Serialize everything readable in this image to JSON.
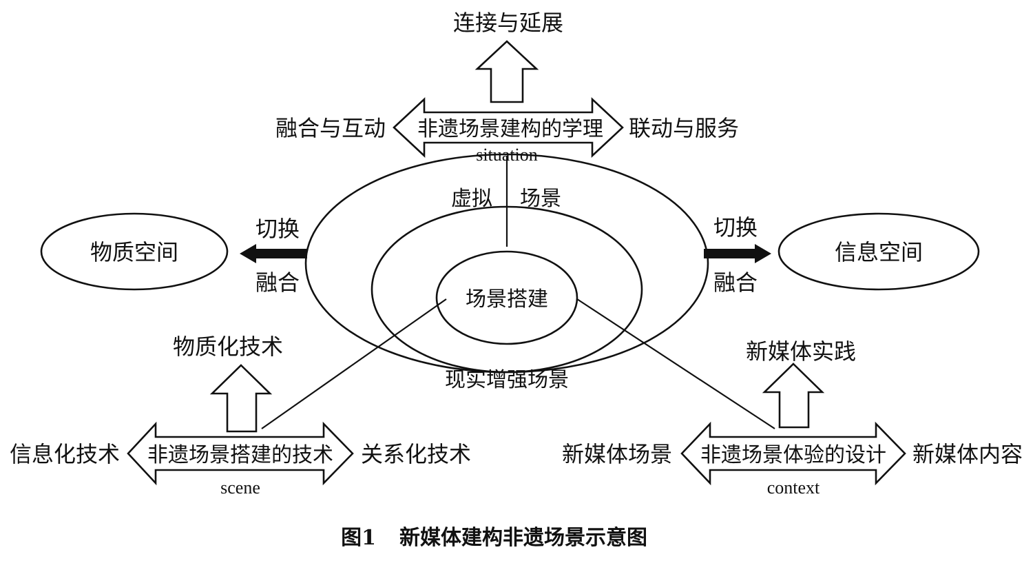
{
  "top": {
    "extend": "连接与延展",
    "left": "融合与互动",
    "center": "非遗场景建构的学理",
    "right": "联动与服务",
    "english": "situation"
  },
  "left_group": {
    "up": "物质化技术",
    "left": "信息化技术",
    "center": "非遗场景搭建的技术",
    "right": "关系化技术",
    "english": "scene"
  },
  "right_group": {
    "up": "新媒体实践",
    "left": "新媒体场景",
    "center": "非遗场景体验的设计",
    "right": "新媒体内容",
    "english": "context"
  },
  "circles": {
    "outer_left": "虚拟",
    "outer_right": "场景",
    "middle": "现实增强场景",
    "inner": "场景搭建"
  },
  "spaces": {
    "left_space": "物质空间",
    "right_space": "信息空间",
    "left_top": "切换",
    "left_bottom": "融合",
    "right_top": "切换",
    "right_bottom": "融合"
  },
  "caption": {
    "label": "图1",
    "title": "新媒体建构非遗场景示意图"
  }
}
